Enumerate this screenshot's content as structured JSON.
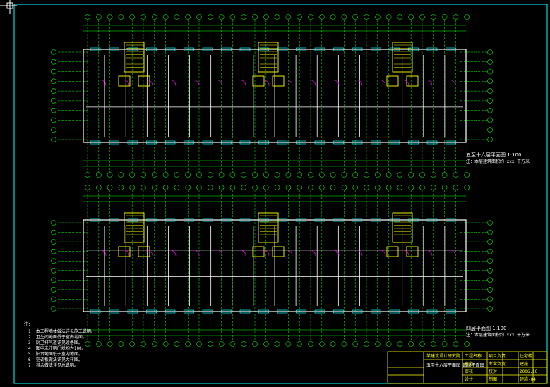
{
  "plans": [
    {
      "title": "五至十六层平面图 1:100",
      "subtitle": "注：本层建筑面积约 xxx 平方米"
    },
    {
      "title": "四层平面图 1:100",
      "subtitle": "注：本层建筑面积约 xxx 平方米"
    }
  ],
  "notes": {
    "heading": "注：",
    "items": [
      "1. 本工程墙体做法详见施工说明。",
      "2. 卫生间地面低于室内地面。",
      "3. 厨卫排气道详见设备图。",
      "4. 图中未注明门垛均为100。",
      "5. 阳台地面低于室内地面。",
      "6. 空调板做法详见大样图。",
      "7. 其余做法详见总说明。"
    ]
  },
  "title_block": {
    "company": "某建筑设计研究院",
    "drawing_name": "五至十六层平面图 四层平面图",
    "fields": [
      "工程名称",
      "审定",
      "审核",
      "设计",
      "项目负责",
      "专业负责",
      "校对",
      "制图"
    ],
    "values": [
      "住宅楼",
      "建施",
      "2006.10",
      "建施-04"
    ]
  },
  "colors": {
    "background": "#000000",
    "grid_lines": "#00ff00",
    "walls": "#ffffff",
    "windows": "#00ffff",
    "doors": "#ff00ff",
    "stairs": "#ffff00",
    "border": "#00ffff",
    "title_block": "#ffff00"
  }
}
